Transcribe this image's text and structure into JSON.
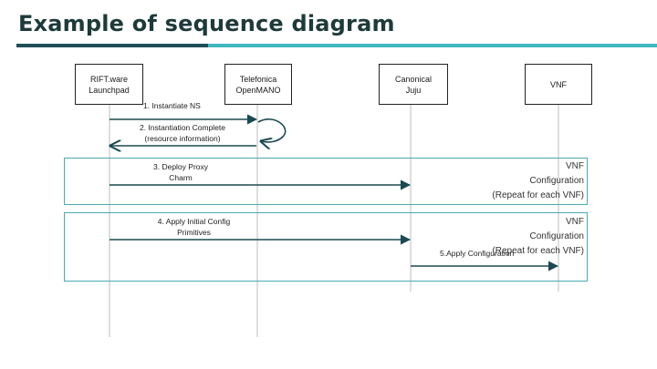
{
  "title": "Example of sequence diagram",
  "actors": {
    "rift": "RIFT.ware\nLaunchpad",
    "telefonica": "Telefonica\nOpenMANO",
    "canonical": "Canonical\nJuju",
    "vnf": "VNF"
  },
  "messages": {
    "m1": "1. Instantiate NS",
    "m2": "2. Instantiation Complete\n(resource information)",
    "m3": "3. Deploy Proxy\nCharm",
    "m4": "4. Apply Initial Config\nPrimitives",
    "m5": "5.Apply Configuration"
  },
  "notes": {
    "n1": "VNF\nConfiguration\n(Repeat for each VNF)",
    "n2": "VNF\nConfiguration\n(Repeat for each VNF)"
  },
  "colors": {
    "arrow": "#1a4a52",
    "frame": "#4aa9b3",
    "lifeline": "#c8c8c8"
  }
}
